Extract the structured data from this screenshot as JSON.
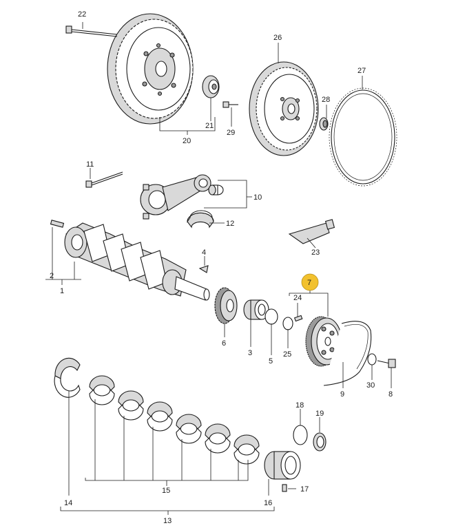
{
  "diagram": {
    "labels": {
      "p1": "1",
      "p2": "2",
      "p3": "3",
      "p4": "4",
      "p5": "5",
      "p6": "6",
      "p7": "7",
      "p8": "8",
      "p9": "9",
      "p10": "10",
      "p11": "11",
      "p12": "12",
      "p13": "13",
      "p14": "14",
      "p15": "15",
      "p16": "16",
      "p17": "17",
      "p18": "18",
      "p19": "19",
      "p20": "20",
      "p21": "21",
      "p22": "22",
      "p23": "23",
      "p24": "24",
      "p25": "25",
      "p26": "26",
      "p27": "27",
      "p28": "28",
      "p29": "29",
      "p30": "30"
    },
    "highlighted_part": "7",
    "highlight_color": "#f2c12e"
  }
}
